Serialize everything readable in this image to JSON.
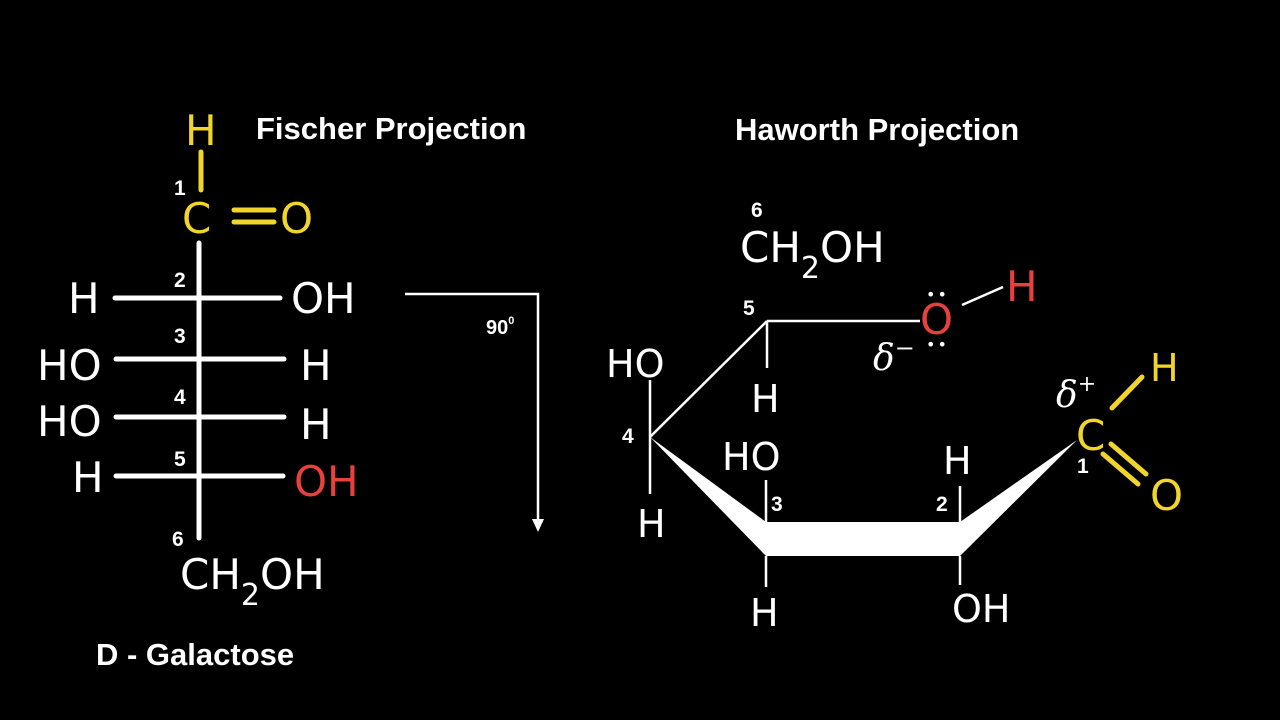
{
  "titles": {
    "fischer": "Fischer Projection",
    "haworth": "Haworth Projection",
    "name": "D - Galactose"
  },
  "colors": {
    "aldehyde": "#f2d52b",
    "highlight": "#e8403d",
    "default": "#ffffff",
    "background": "#000000"
  },
  "fischer": {
    "aldehyde_h": "H",
    "carbon": "C",
    "oxygen": "O",
    "c1": "1",
    "c2": {
      "num": "2",
      "left": "H",
      "right": "OH"
    },
    "c3": {
      "num": "3",
      "left": "HO",
      "right": "H"
    },
    "c4": {
      "num": "4",
      "left": "HO",
      "right": "H"
    },
    "c5": {
      "num": "5",
      "left": "H",
      "right": "OH"
    },
    "c6": {
      "num": "6",
      "main": "CH",
      "sub": "2",
      "tail": "OH"
    }
  },
  "rotation": {
    "angle": "90",
    "degree": "0"
  },
  "haworth": {
    "c6": {
      "num": "6",
      "main": "CH",
      "sub": "2",
      "tail": "OH"
    },
    "c5": {
      "num": "5",
      "down": "H"
    },
    "ring_oxygen": {
      "atom": "O",
      "lone_pair": "••",
      "h": "H",
      "delta": "δ",
      "charge": "−"
    },
    "c4": {
      "num": "4",
      "up": "HO",
      "down": "H"
    },
    "c3": {
      "num": "3",
      "up": "HO",
      "down": "H"
    },
    "c2": {
      "num": "2",
      "up": "H",
      "down": "OH"
    },
    "c1": {
      "num": "1",
      "carbon": "C",
      "h": "H",
      "oxygen": "O",
      "delta": "δ",
      "charge": "+"
    }
  }
}
